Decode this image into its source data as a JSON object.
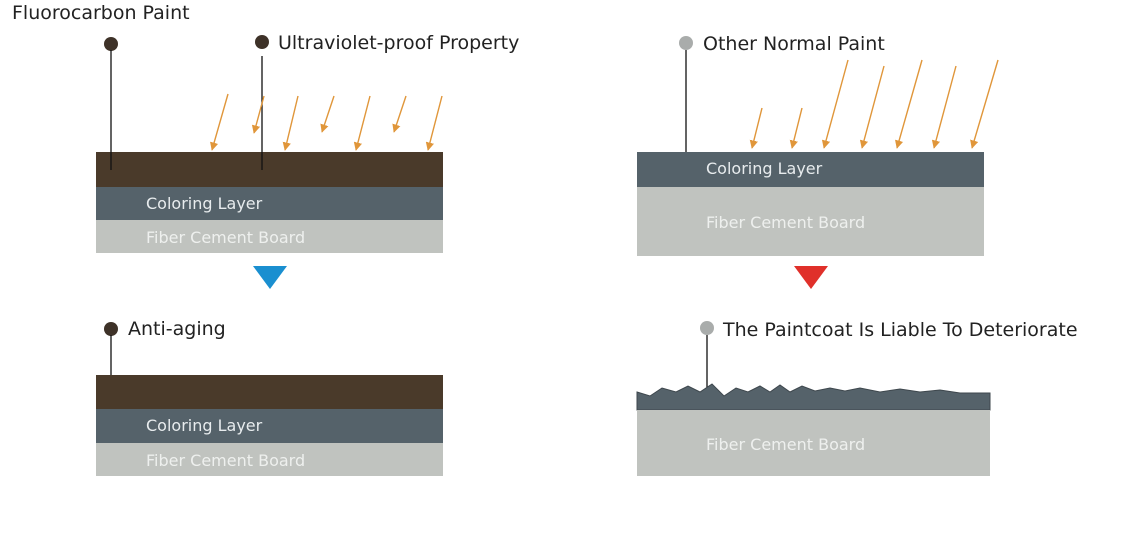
{
  "labels": {
    "fluorocarbon_paint": "Fluorocarbon Paint",
    "uv_proof": "Ultraviolet-proof Property",
    "other_normal_paint": "Other Normal Paint",
    "anti_aging": "Anti-aging",
    "deteriorate": "The Paintcoat Is Liable To Deteriorate"
  },
  "layers": {
    "coloring": "Coloring Layer",
    "fiber": "Fiber Cement Board"
  },
  "colors": {
    "fluoro_coat": "#4a3a2a",
    "coloring_layer": "#55626a",
    "fiber_board": "#c0c3bf",
    "fiber_text": "#eef0ee",
    "coloring_text": "#e8ecee",
    "uv_arrow": "#e0963a",
    "good_triangle": "#1a8fd0",
    "bad_triangle": "#e0302a",
    "dark_dot": "#3e3228",
    "grey_dot": "#a9acab"
  }
}
